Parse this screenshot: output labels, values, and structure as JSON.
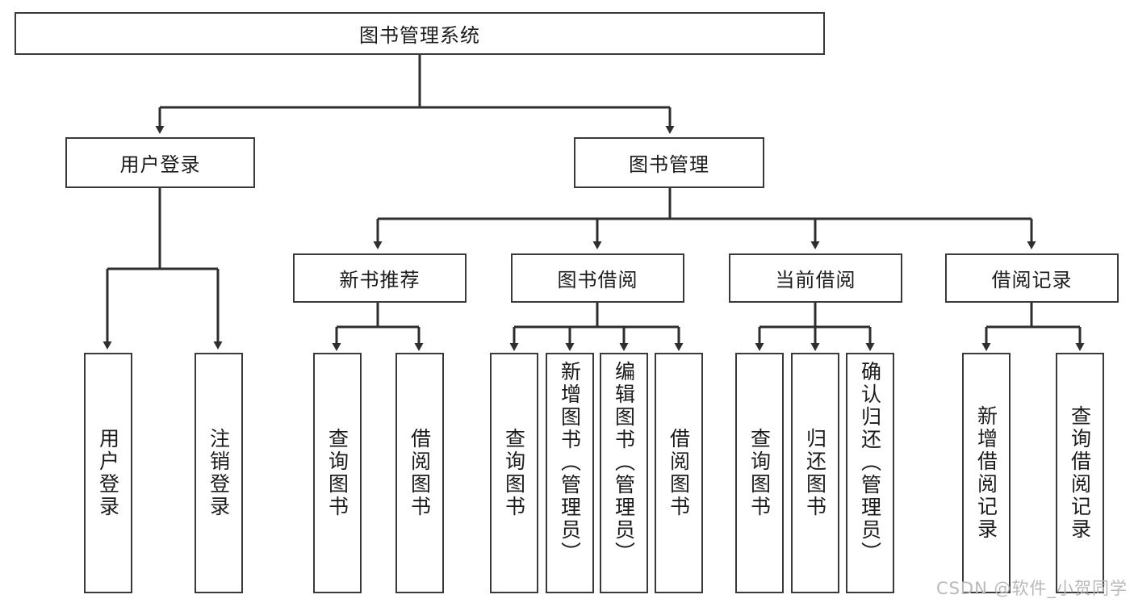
{
  "diagram": {
    "type": "tree-hierarchy",
    "title": "图书管理系统",
    "watermark": "CSDN @软件_小贺同学",
    "colors": {
      "stroke": "#3a3a3a",
      "fill": "#ffffff",
      "text": "#1b1b1b",
      "watermark": "#b9b9b9"
    },
    "root": {
      "label": "图书管理系统"
    },
    "level2": [
      {
        "label": "用户登录"
      },
      {
        "label": "图书管理"
      }
    ],
    "level3": [
      {
        "label": "新书推荐"
      },
      {
        "label": "图书借阅"
      },
      {
        "label": "当前借阅"
      },
      {
        "label": "借阅记录"
      }
    ],
    "leaves": {
      "user_login": [
        {
          "label": "用户登录"
        },
        {
          "label": "注销登录"
        }
      ],
      "new_book": [
        {
          "label": "查询图书"
        },
        {
          "label": "借阅图书"
        }
      ],
      "borrow": [
        {
          "label": "查询图书"
        },
        {
          "label": "新增图书（管理员）"
        },
        {
          "label": "编辑图书（管理员）"
        },
        {
          "label": "借阅图书"
        }
      ],
      "current": [
        {
          "label": "查询图书"
        },
        {
          "label": "归还图书"
        },
        {
          "label": "确认归还（管理员）"
        }
      ],
      "records": [
        {
          "label": "新增借阅记录"
        },
        {
          "label": "查询借阅记录"
        }
      ]
    }
  }
}
